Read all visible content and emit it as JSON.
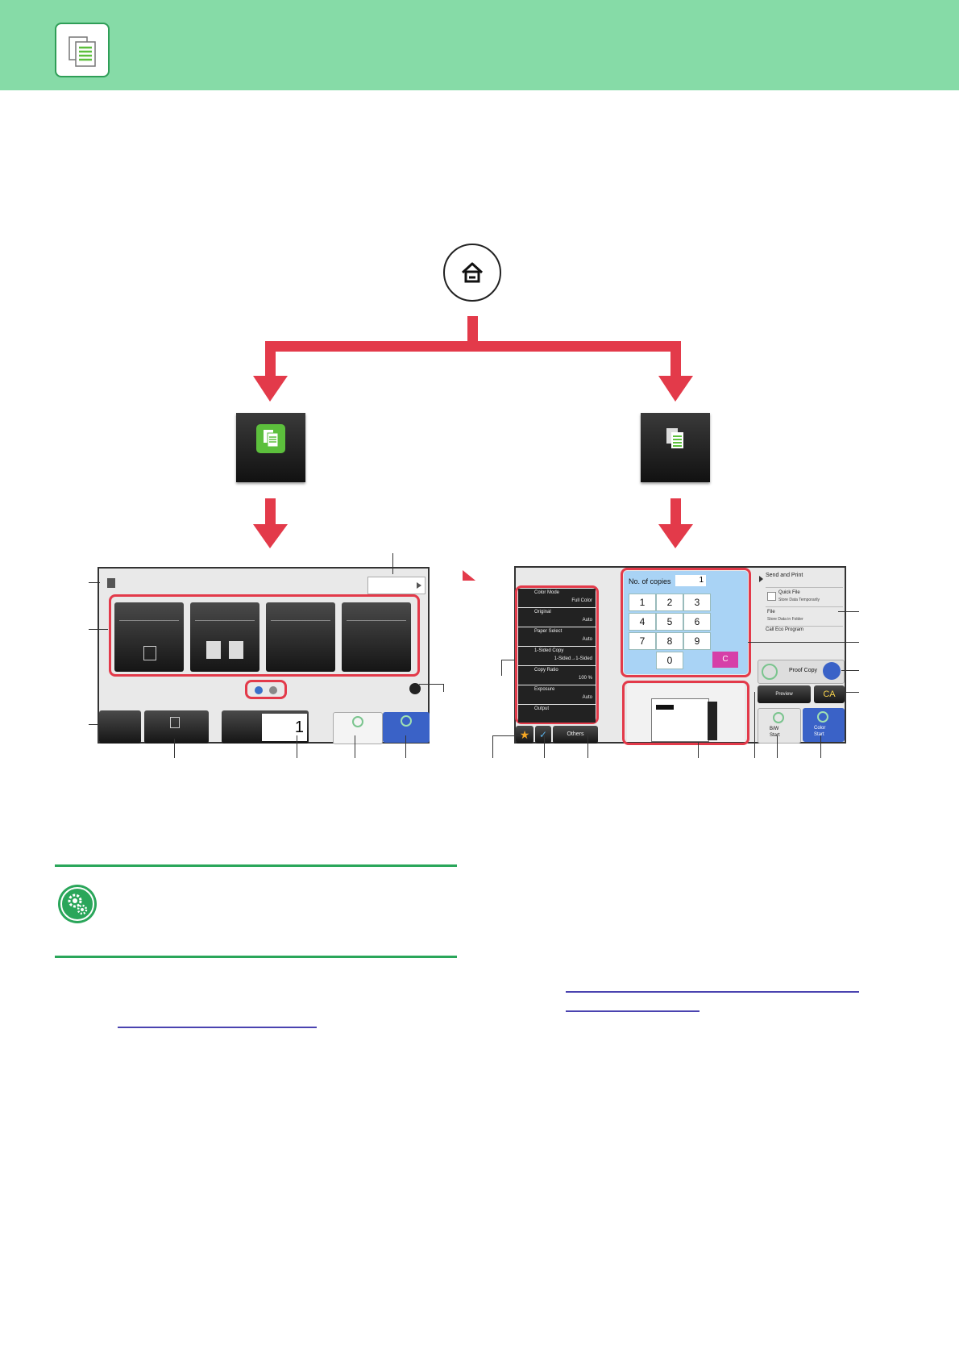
{
  "panel_right": {
    "numpad": {
      "label": "No. of copies",
      "value": "1",
      "keys": [
        "1",
        "2",
        "3",
        "4",
        "5",
        "6",
        "7",
        "8",
        "9",
        "0"
      ],
      "clear": "C"
    },
    "settings": [
      {
        "title": "Color Mode",
        "value": "Full Color"
      },
      {
        "title": "Original",
        "value": "Auto"
      },
      {
        "title": "Paper Select",
        "value": "Auto"
      },
      {
        "title": "1-Sided Copy",
        "value": "1-Sided→1-Sided"
      },
      {
        "title": "Copy Ratio",
        "value": "100 %"
      },
      {
        "title": "Exposure",
        "value": "Auto"
      },
      {
        "title": "Output",
        "value": ""
      }
    ],
    "actions": [
      {
        "title": "Send and Print",
        "sub": ""
      },
      {
        "title": "Quick File",
        "sub": "Store Data Temporarily"
      },
      {
        "title": "File",
        "sub": "Store Data in Folder"
      },
      {
        "title": "Call Eco Program",
        "sub": ""
      }
    ],
    "others": "Others",
    "proof_copy": "Proof Copy",
    "preview": "Preview",
    "ca": "CA",
    "bw_start_1": "B/W",
    "bw_start_2": "Start",
    "color_start_1": "Color",
    "color_start_2": "Start"
  },
  "panel_left": {
    "copies": "1"
  },
  "colors": {
    "header": "#86dba7",
    "arrow": "#e33a4a",
    "accent_green": "#2aa65a",
    "link": "#4a43b0"
  }
}
